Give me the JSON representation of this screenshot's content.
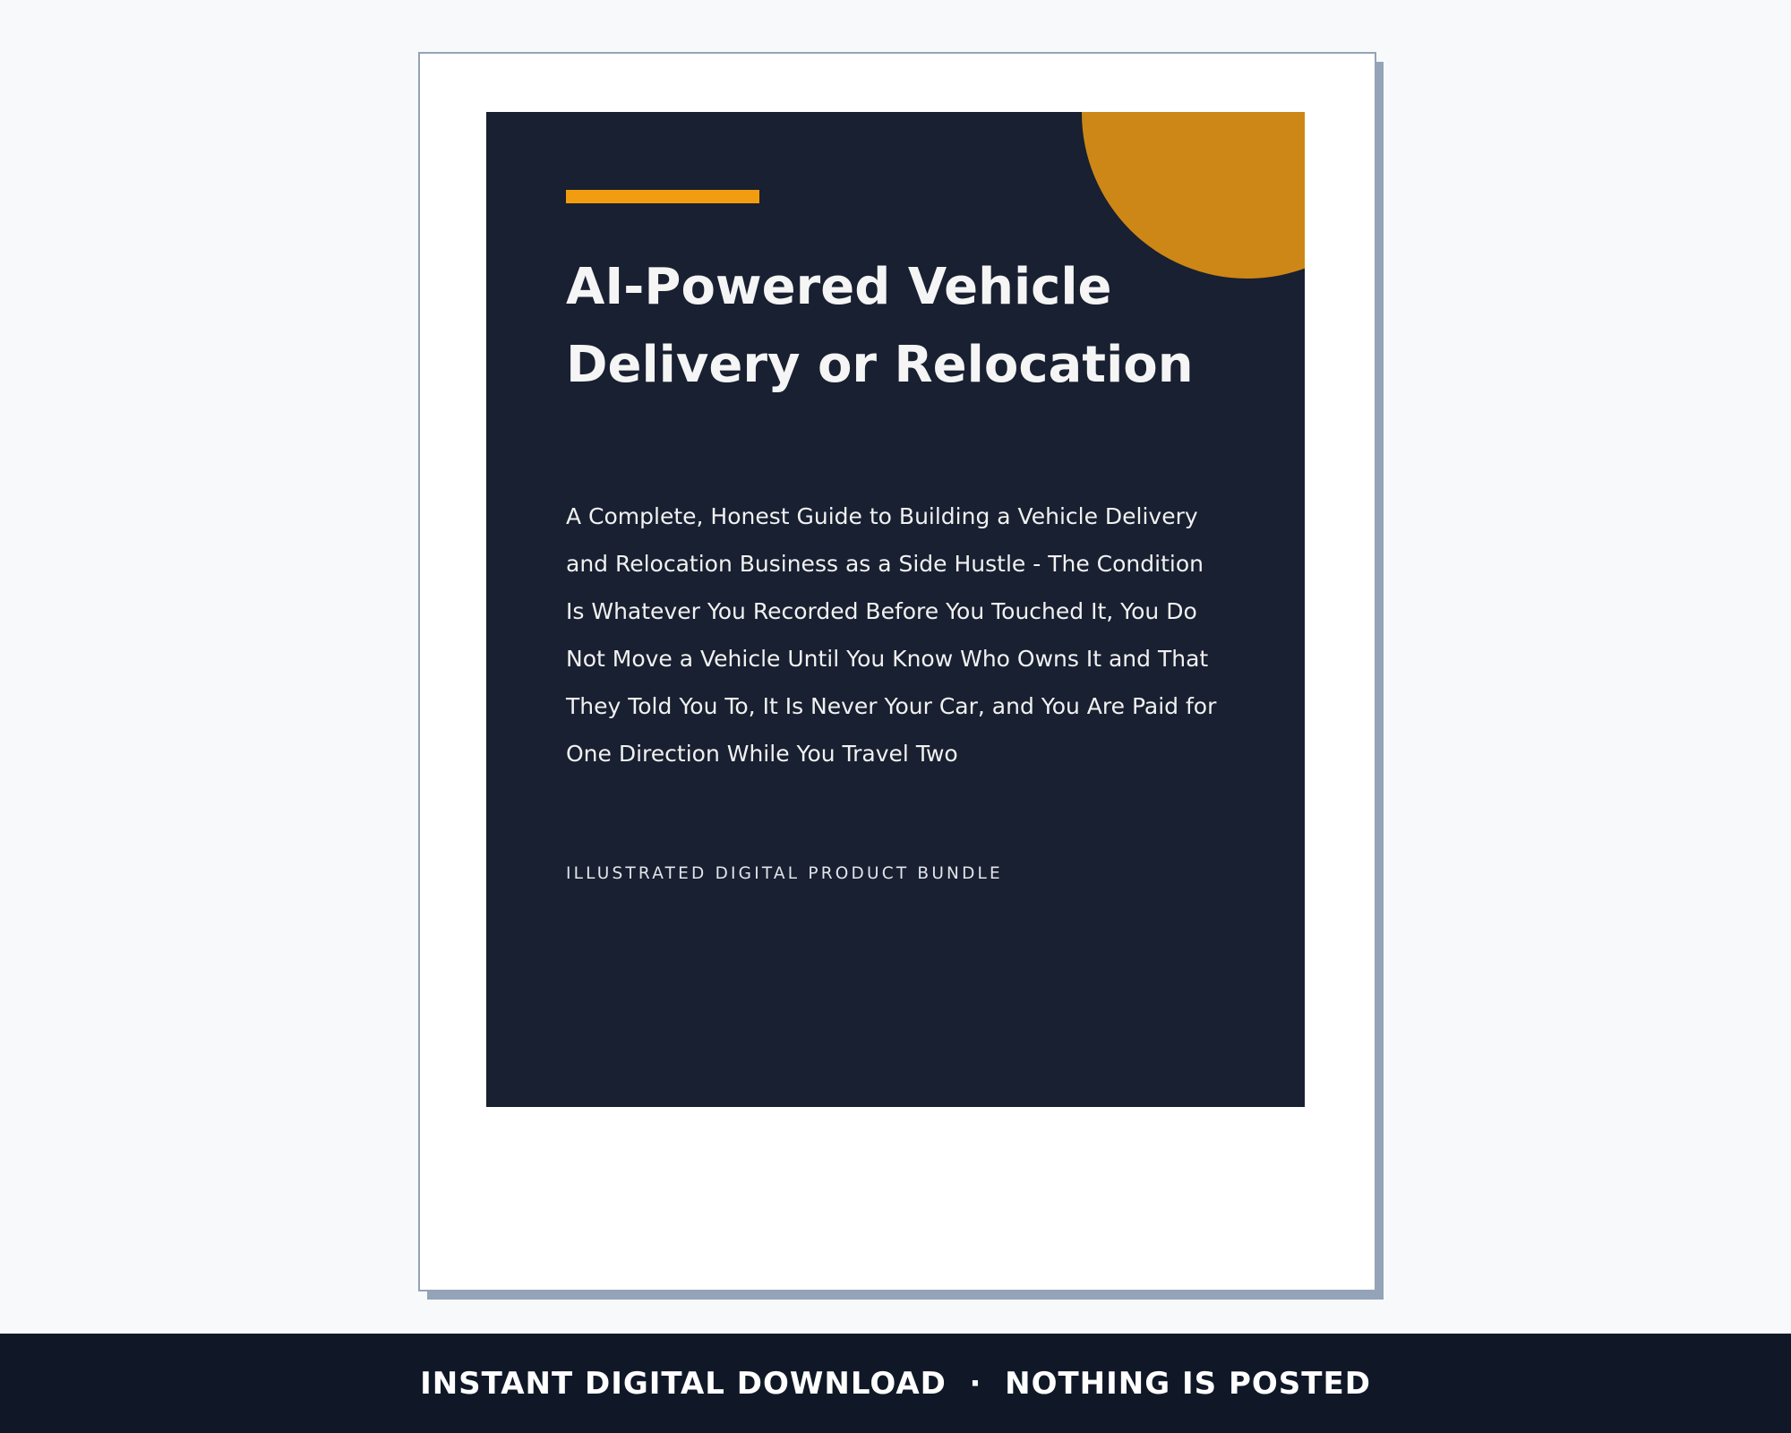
{
  "cover": {
    "title": "AI-Powered Vehicle Delivery or Relocation",
    "subtitle": "A Complete, Honest Guide to Building a Vehicle Delivery and Relocation Business as a Side Hustle - The Condition Is Whatever You Recorded Before You Touched It, You Do Not Move a Vehicle Until You Know Who Owns It and That They Told You To, It Is Never Your Car, and You Are Paid for One Direction While You Travel Two",
    "label": "ILLUSTRATED DIGITAL PRODUCT BUNDLE"
  },
  "footer": {
    "banner_text": "INSTANT DIGITAL DOWNLOAD  ·  NOTHING IS POSTED"
  },
  "colors": {
    "page_background": "#f7f9fb",
    "cover_background": "#182031",
    "accent_circle": "#cd8716",
    "accent_bar": "#f29d0f",
    "footer_background": "#101828",
    "sheet_border": "#94a3b8"
  }
}
